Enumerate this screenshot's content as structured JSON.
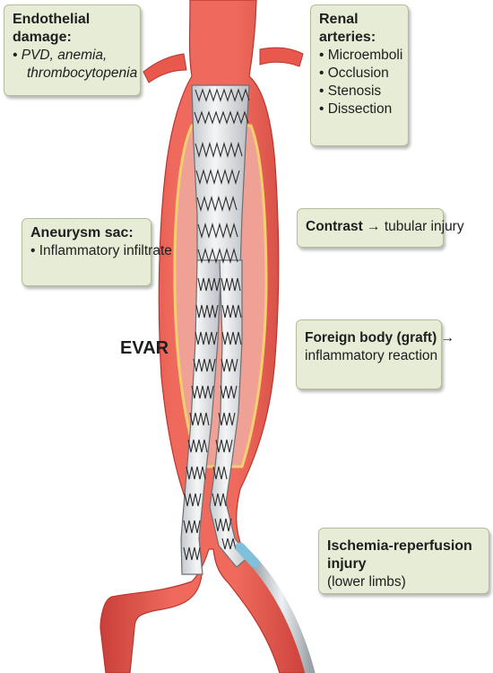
{
  "labels": {
    "endothelial": {
      "title": "Endothelial damage:",
      "items": [
        "PVD, anemia,",
        "thrombocytopenia"
      ]
    },
    "renal": {
      "title": "Renal arteries:",
      "items": [
        "Microemboli",
        "Occlusion",
        "Stenosis",
        "Dissection"
      ]
    },
    "aneurysm": {
      "title": "Aneurysm sac:",
      "items": [
        "Inflammatory infiltrate"
      ]
    },
    "contrast": {
      "title": "Contrast",
      "arrow": "→",
      "text": "tubular injury"
    },
    "foreign": {
      "title": "Foreign body (graft)",
      "arrow": "→",
      "text": "inflammatory reaction"
    },
    "ischemia": {
      "title": "Ischemia-reperfusion injury",
      "text": "(lower limbs)"
    },
    "evar": "EVAR"
  },
  "colors": {
    "vessel": "#e8584c",
    "vessel_dark": "#c23a33",
    "aneurysm_sac": "#f2a399",
    "sac_wall": "#f6d37a",
    "graft_fabric": "#eceef0",
    "graft_outline": "#6c6f74",
    "stent_wire": "#2b2b2b",
    "catheter": "#cfd4d8",
    "catheter_tip": "#7fc0dc",
    "label_bg": "#e6ecd5"
  }
}
